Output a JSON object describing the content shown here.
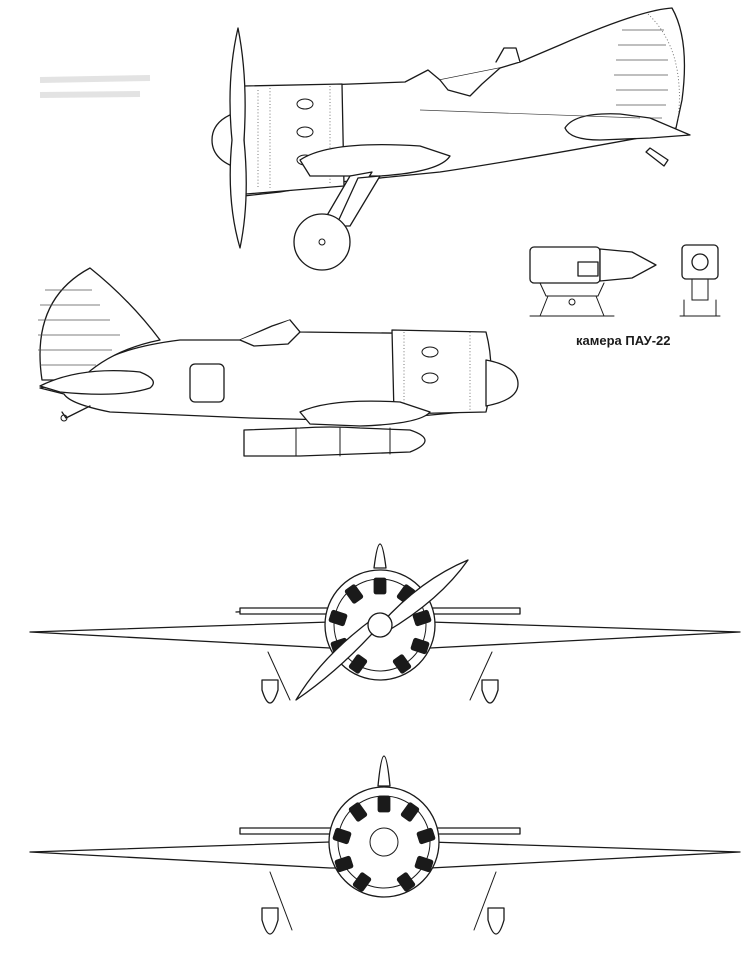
{
  "caption": {
    "camera_label": "камера ПАУ-22"
  },
  "colors": {
    "line": "#1a1a1a",
    "background": "#ffffff"
  },
  "views": [
    {
      "name": "left-side-view"
    },
    {
      "name": "right-side-view-with-camera"
    },
    {
      "name": "front-view-with-propeller"
    },
    {
      "name": "front-view-without-propeller"
    },
    {
      "name": "camera-side-detail"
    },
    {
      "name": "camera-front-detail"
    }
  ]
}
